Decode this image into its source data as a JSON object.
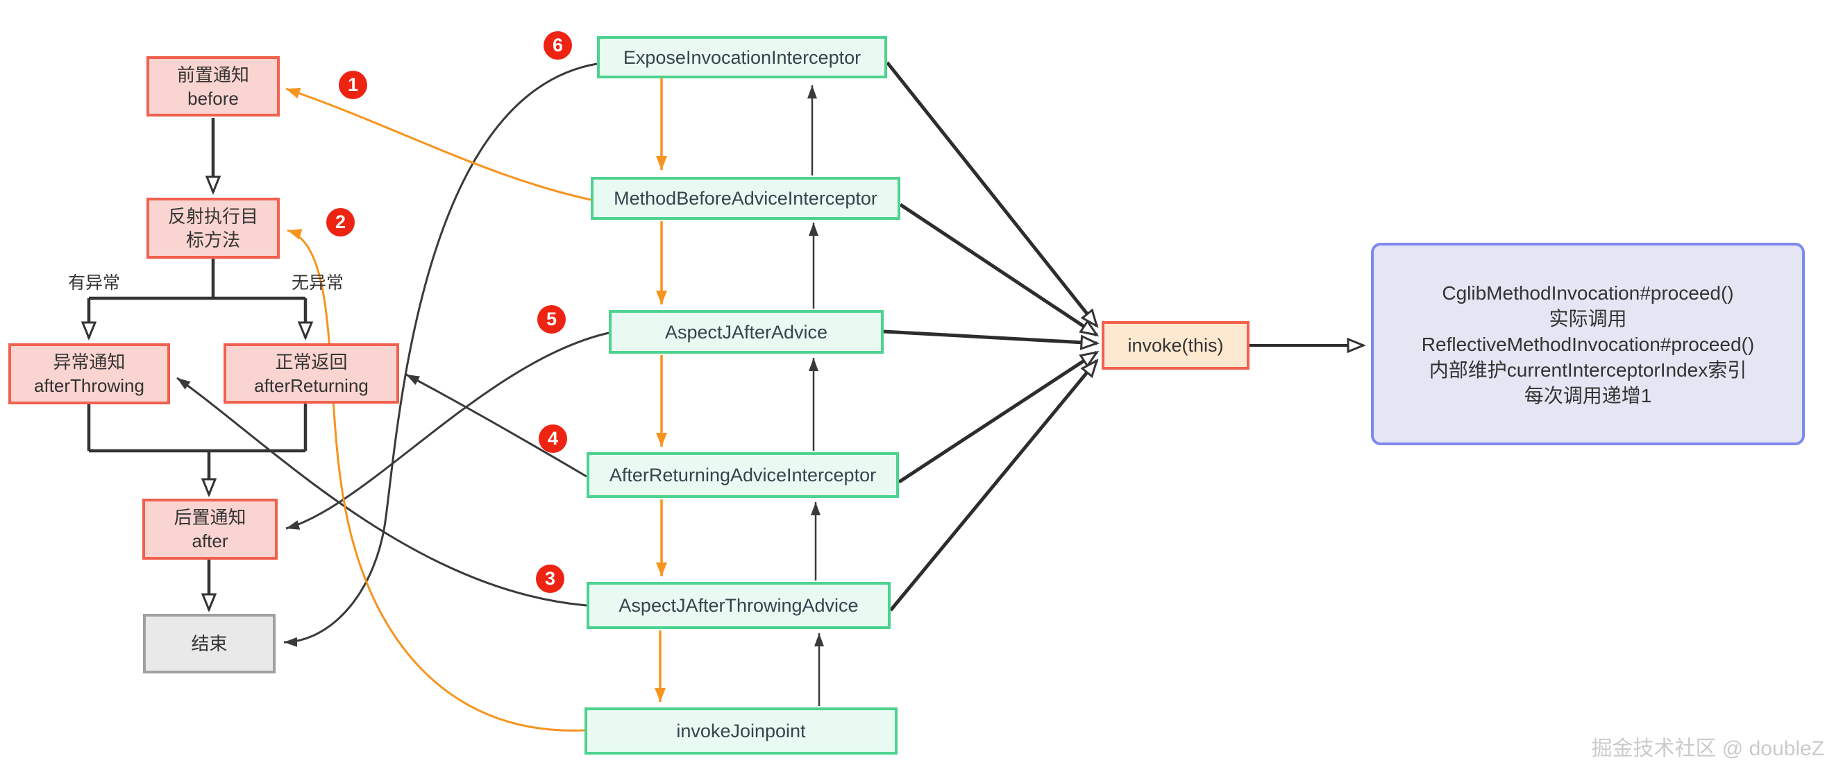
{
  "flowchart": {
    "before": {
      "title": "前置通知",
      "subtitle": "before"
    },
    "reflect_invoke": {
      "title": "反射执行目",
      "subtitle": "标方法"
    },
    "after_throwing": {
      "title": "异常通知",
      "subtitle": "afterThrowing"
    },
    "after_returning": {
      "title": "正常返回",
      "subtitle": "afterReturning"
    },
    "after": {
      "title": "后置通知",
      "subtitle": "after"
    },
    "end": {
      "title": "结束"
    },
    "branch_left_label": "有异常",
    "branch_right_label": "无异常"
  },
  "interceptors": {
    "expose": "ExposeInvocationInterceptor",
    "method_before": "MethodBeforeAdviceInterceptor",
    "aspectj_after": "AspectJAfterAdvice",
    "after_returning": "AfterReturningAdviceInterceptor",
    "aspectj_after_throwing": "AspectJAfterThrowingAdvice",
    "invoke_joinpoint": "invokeJoinpoint"
  },
  "invoke_node": {
    "label": "invoke(this)"
  },
  "info_box": {
    "lines": [
      "CglibMethodInvocation#proceed()",
      "实际调用",
      "ReflectiveMethodInvocation#proceed()",
      "内部维护currentInterceptorIndex索引",
      "每次调用递增1"
    ]
  },
  "badges": {
    "step1": "1",
    "step2": "2",
    "step3": "3",
    "step4": "4",
    "step5": "5",
    "step6": "6"
  },
  "watermark": "掘金技术社区 @ doubleZ",
  "colors": {
    "pink_fill": "#fad4d0",
    "pink_border": "#f0614e",
    "green_fill": "#e9faf2",
    "green_border": "#4dd28f",
    "peach_fill": "#fde9d0",
    "info_fill": "#e4e6f3",
    "info_border": "#7f88ef",
    "gray_fill": "#e9e9e9",
    "gray_border": "#a0a0a0",
    "orange": "#f7941e",
    "badge_red": "#ee2413",
    "line_dark": "#333333"
  }
}
